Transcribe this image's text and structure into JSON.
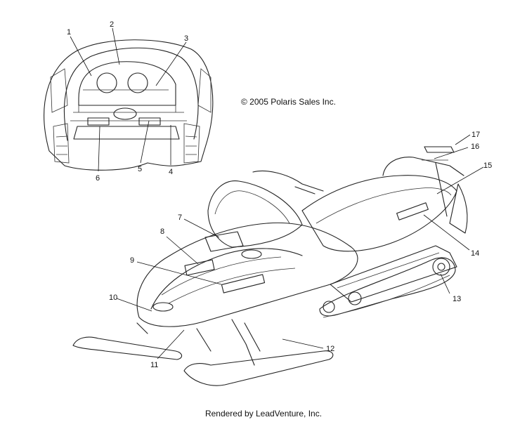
{
  "copyright": "© 2005 Polaris Sales Inc.",
  "footer": "Rendered by LeadVenture, Inc.",
  "callouts": [
    {
      "number": "1"
    },
    {
      "number": "2"
    },
    {
      "number": "3"
    },
    {
      "number": "4"
    },
    {
      "number": "5"
    },
    {
      "number": "6"
    },
    {
      "number": "7"
    },
    {
      "number": "8"
    },
    {
      "number": "9"
    },
    {
      "number": "10"
    },
    {
      "number": "11"
    },
    {
      "number": "12"
    },
    {
      "number": "13"
    },
    {
      "number": "14"
    },
    {
      "number": "15"
    },
    {
      "number": "16"
    },
    {
      "number": "17"
    }
  ]
}
